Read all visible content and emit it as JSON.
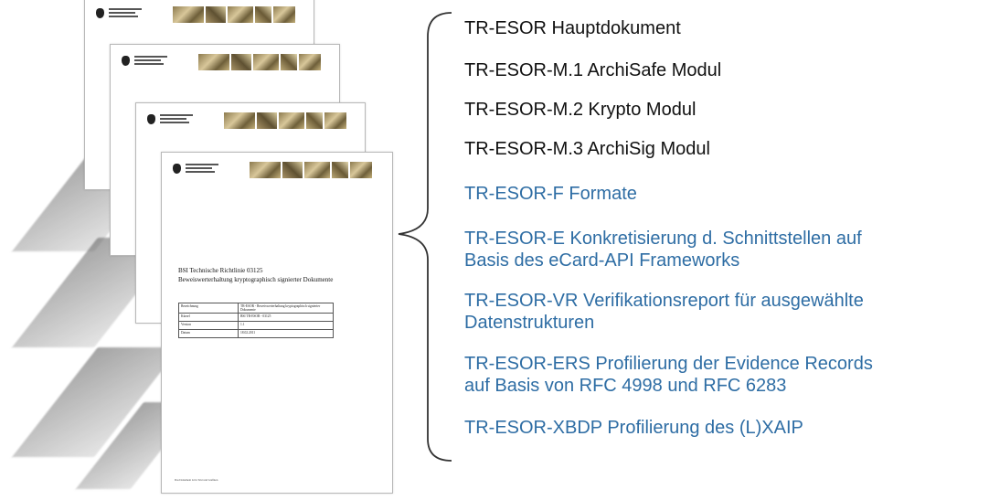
{
  "documents": {
    "front": {
      "title_line1": "BSI Technische Richtlinie 03125",
      "title_line2": "Beweiswerterhaltung kryptographisch signierter Dokumente",
      "table": [
        {
          "key": "Bezeichnung",
          "value": "TR-ESOR - Beweiswerterhaltung kryptographisch signierter Dokumente"
        },
        {
          "key": "Kürzel",
          "value": "BSI TR-ESOR - 03125"
        },
        {
          "key": "Version",
          "value": "1.1"
        },
        {
          "key": "Datum",
          "value": "18.02.2011"
        }
      ],
      "footer": "Das Dokument ist in Text und Grafiken"
    }
  },
  "modules": [
    {
      "label": "TR-ESOR Hauptdokument",
      "color": "#111111"
    },
    {
      "label": "TR-ESOR-M.1 ArchiSafe Modul",
      "color": "#111111"
    },
    {
      "label": "TR-ESOR-M.2 Krypto Modul",
      "color": "#111111"
    },
    {
      "label": "TR-ESOR-M.3 ArchiSig Modul",
      "color": "#111111"
    },
    {
      "label": "TR-ESOR-F Formate",
      "color": "#2e6da4"
    },
    {
      "label_line1": "TR-ESOR-E Konkretisierung d. Schnittstellen auf",
      "label_line2": "Basis des eCard-API Frameworks",
      "color": "#2e6da4"
    },
    {
      "label_line1": "TR-ESOR-VR Verifikationsreport für ausgewählte",
      "label_line2": "Datenstrukturen",
      "color": "#2e6da4"
    },
    {
      "label_line1": "TR-ESOR-ERS Profilierung der Evidence Records",
      "label_line2": "auf Basis von RFC 4998 und RFC 6283",
      "color": "#2e6da4"
    },
    {
      "label": "TR-ESOR-XBDP Profilierung des (L)XAIP",
      "color": "#2e6da4"
    }
  ]
}
